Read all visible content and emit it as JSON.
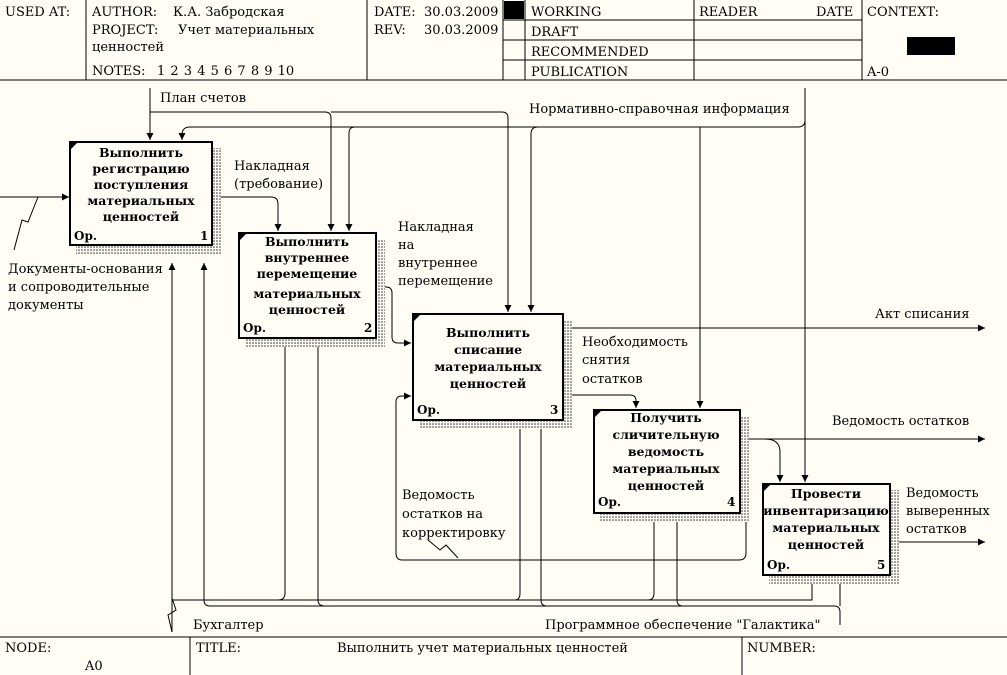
{
  "header": {
    "used_at": "USED AT:",
    "author_label": "AUTHOR:",
    "author": "К.А. Забродская",
    "project_label": "PROJECT:",
    "project_line1": "Учет материальных",
    "project_line2": "ценностей",
    "notes_label": "NOTES:",
    "notes": "1 2 3 4 5 6 7 8 9 10",
    "date_label": "DATE:",
    "date": "30.03.2009",
    "rev_label": "REV:",
    "rev": "30.03.2009",
    "status": [
      "WORKING",
      "DRAFT",
      "RECOMMENDED",
      "PUBLICATION"
    ],
    "reader": "READER",
    "reader_date": "DATE",
    "context": "CONTEXT:",
    "node_ref": "A-0"
  },
  "footer": {
    "node_label": "NODE:",
    "node": "A0",
    "title_label": "TITLE:",
    "title": "Выполнить учет материальных ценностей",
    "number_label": "NUMBER:"
  },
  "boxes": [
    {
      "lines": [
        "Выполнить",
        "регистрацию",
        "поступления",
        "материальных",
        "ценностей"
      ],
      "op": "Ор.",
      "num": "1"
    },
    {
      "lines": [
        "Выполнить",
        "внутреннее",
        "перемещение",
        "материальных",
        "ценностей"
      ],
      "op": "Ор.",
      "num": "2"
    },
    {
      "lines": [
        "Выполнить",
        "списание",
        "материальных",
        "ценностей"
      ],
      "op": "Ор.",
      "num": "3"
    },
    {
      "lines": [
        "Получить",
        "сличительную",
        "ведомость",
        "материальных",
        "ценностей"
      ],
      "op": "Ор.",
      "num": "4"
    },
    {
      "lines": [
        "Провести",
        "инвентаризацию",
        "материальных",
        "ценностей"
      ],
      "op": "Ор.",
      "num": "5"
    }
  ],
  "labels": {
    "plan": "План счетов",
    "nsi": "Нормативно-справочная информация",
    "nakl1": "Накладная",
    "nakl2": "(требование)",
    "nvp1": "Накладная",
    "nvp2": "на",
    "nvp3": "внутреннее",
    "nvp4": "перемещение",
    "docs1": "Документы-основания",
    "docs2": "и сопроводительные",
    "docs3": "документы",
    "act": "Акт списания",
    "need1": "Необходимость",
    "need2": "снятия",
    "need3": "остатков",
    "ved": "Ведомость остатков",
    "vk1": "Ведомость",
    "vk2": "остатков на",
    "vk3": "корректировку",
    "vv1": "Ведомость",
    "vv2": "выверенных",
    "vv3": "остатков",
    "buh": "Бухгалтер",
    "gal": "Программное обеспечение \"Галактика\""
  }
}
